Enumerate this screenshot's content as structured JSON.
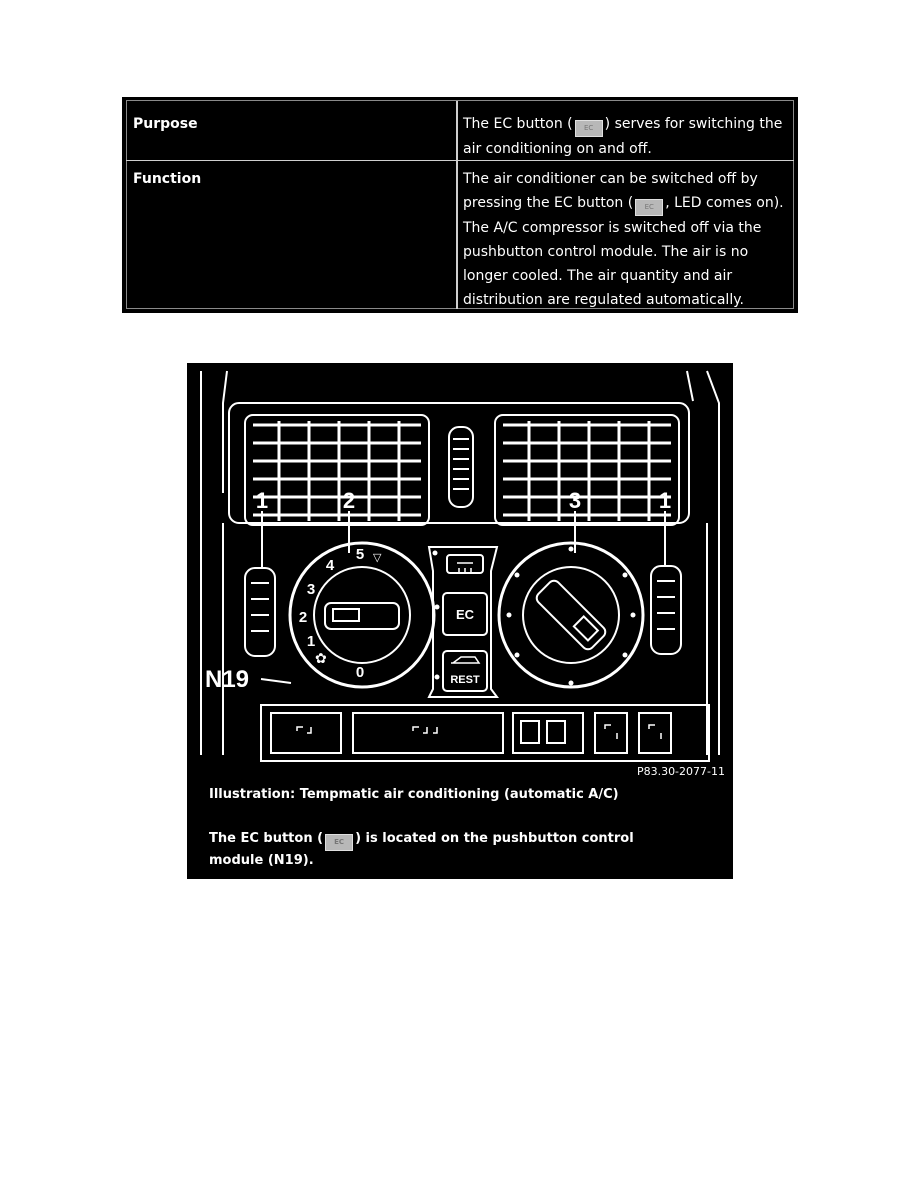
{
  "table": {
    "rows": [
      {
        "label": "Purpose",
        "text_before": "The EC button (",
        "chip": "EC",
        "text_after": ") serves for switching the air conditioning on and off."
      },
      {
        "label": "Function",
        "text_before": "The air conditioner can be switched off by pressing the EC button (",
        "chip": "EC",
        "text_after": ", LED comes on). The A/C compressor is switched off via the pushbutton control module. The air is no longer cooled. The air quantity and air distribution are regulated automatically."
      }
    ]
  },
  "figure": {
    "callouts": [
      "1",
      "2",
      "3",
      "1"
    ],
    "module_label": "N19",
    "fan_scale": [
      "0",
      "1",
      "2",
      "3",
      "4",
      "5"
    ],
    "buttons": {
      "ec": "EC",
      "rest": "REST"
    },
    "ref_code": "P83.30-2077-11",
    "caption": "Illustration: Tempmatic air conditioning (automatic A/C)",
    "note_before": "The EC button (",
    "note_chip": "EC",
    "note_after": ") is located on the pushbutton control module (N19)."
  }
}
